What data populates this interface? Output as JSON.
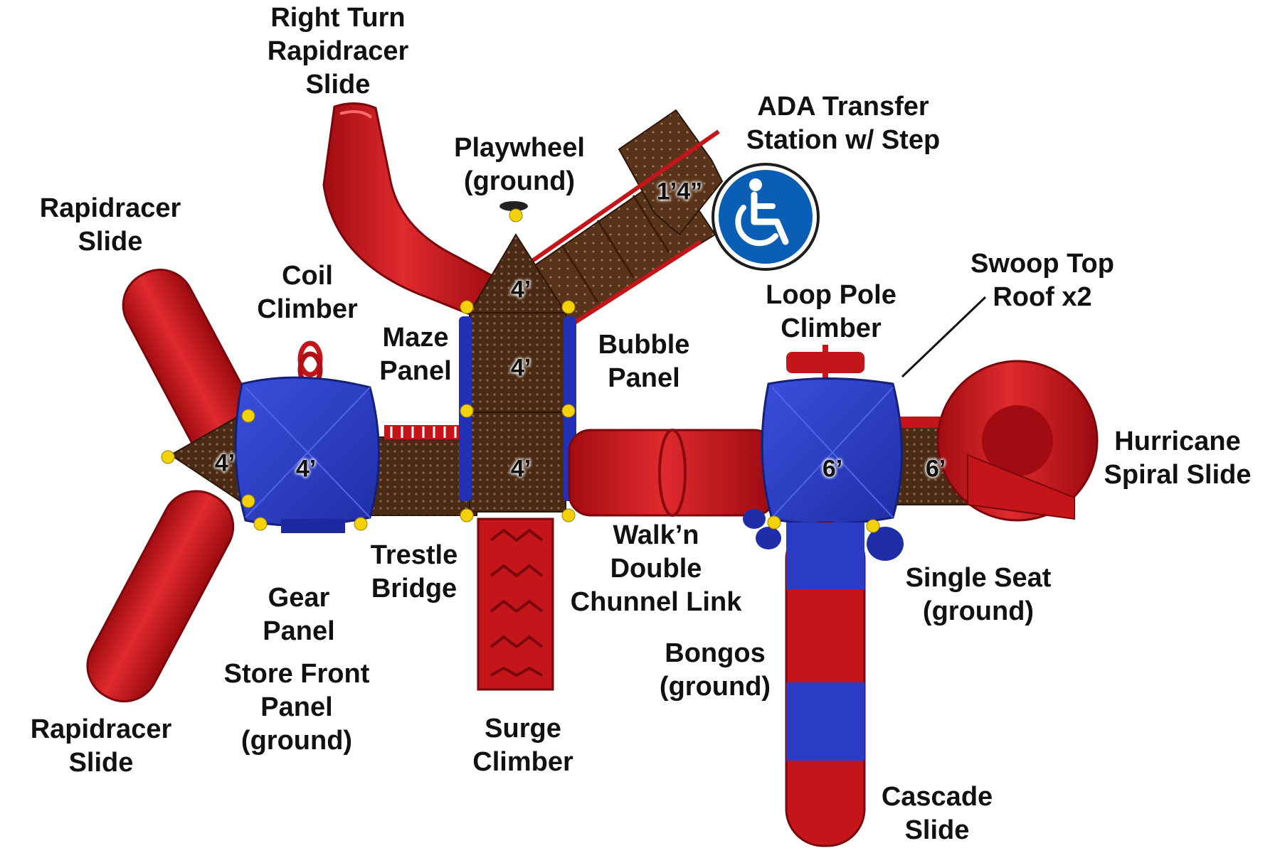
{
  "labels": {
    "right_turn_slide": [
      "Right Turn",
      "Rapidracer",
      "Slide"
    ],
    "playwheel": [
      "Playwheel",
      "(ground)"
    ],
    "ada_station": [
      "ADA Transfer",
      "Station w/ Step"
    ],
    "rapidracer_top": [
      "Rapidracer",
      "Slide"
    ],
    "coil_climber": [
      "Coil",
      "Climber"
    ],
    "maze_panel": [
      "Maze",
      "Panel"
    ],
    "bubble_panel": [
      "Bubble",
      "Panel"
    ],
    "loop_pole": [
      "Loop Pole",
      "Climber"
    ],
    "swoop_roof": [
      "Swoop Top",
      "Roof x2"
    ],
    "hurricane": [
      "Hurricane",
      "Spiral Slide"
    ],
    "walkn_link": [
      "Walk’n",
      "Double",
      "Chunnel Link"
    ],
    "trestle": [
      "Trestle",
      "Bridge"
    ],
    "gear_panel": [
      "Gear",
      "Panel"
    ],
    "single_seat": [
      "Single Seat",
      "(ground)"
    ],
    "store_front": [
      "Store Front",
      "Panel",
      "(ground)"
    ],
    "bongos": [
      "Bongos",
      "(ground)"
    ],
    "rapidracer_bottom": [
      "Rapidracer",
      "Slide"
    ],
    "surge": [
      "Surge",
      "Climber"
    ],
    "cascade": [
      "Cascade",
      "Slide"
    ]
  },
  "heights": {
    "h_left_small": "4’",
    "h_left_deck": "4’",
    "h_top": "4’",
    "h_mid": "4’",
    "h_bottom": "4’",
    "h_ada": "1’4”",
    "h_right_deck": "6’",
    "h_right_small": "6’"
  },
  "colors": {
    "slide_red": "#d01a1e",
    "roof_blue": "#2a3cc4",
    "deck_brown": "#4a2a14",
    "ada_blue": "#0a5fb4",
    "clamp_yellow": "#f3d20a"
  },
  "icons": {
    "accessibility": "wheelchair-icon"
  }
}
